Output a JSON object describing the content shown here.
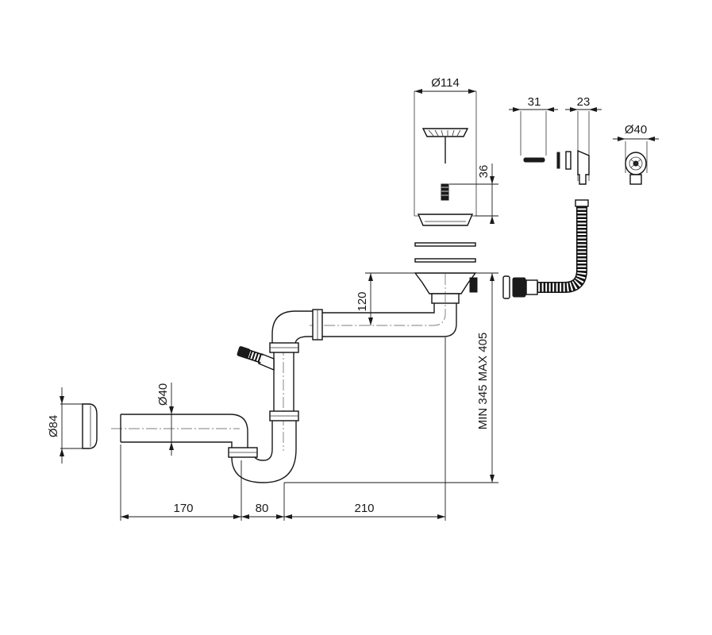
{
  "labels": {
    "basket_diameter": "Ø114",
    "screw_length": "31",
    "fitting_length": "23",
    "overflow_diameter": "Ø40",
    "strainer_depth": "36",
    "outlet_height": "120",
    "height_range": "MIN 345 MAX 405",
    "pipe_diameter": "Ø40",
    "cap_diameter": "Ø84",
    "dim_170": "170",
    "dim_80": "80",
    "dim_210": "210"
  }
}
